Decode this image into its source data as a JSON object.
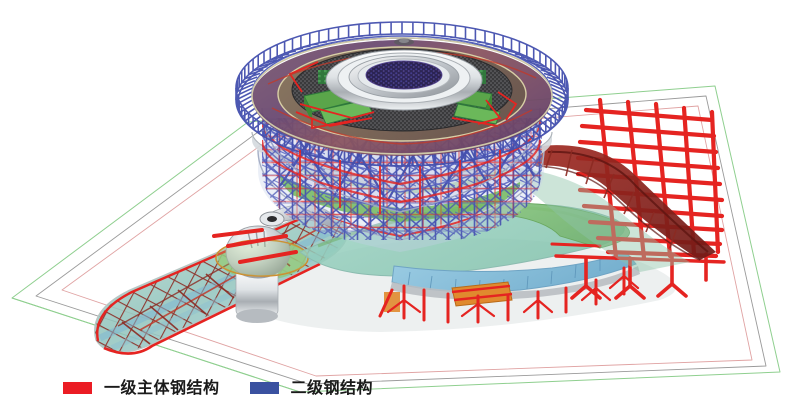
{
  "figure": {
    "kind": "3d-structural-model-render",
    "background_color": "#ffffff",
    "subject": "stadium-steel-structure-axonometric"
  },
  "legend": {
    "items": [
      {
        "label": "一级主体钢结构",
        "color": "#eb1c24",
        "swatch_name": "primary-steel-swatch"
      },
      {
        "label": "二级钢结构",
        "color": "#3a51a0",
        "swatch_name": "secondary-steel-swatch"
      }
    ]
  },
  "palette": {
    "primary_red": "#eb1c24",
    "beam_red": "#e52421",
    "dark_red": "#8c1a18",
    "secondary_blue": "#3a51a0",
    "truss_blue": "#4a57b5",
    "roof_purple": "#6b4a72",
    "roof_maroon": "#7a3a4a",
    "silver": "#c9cdd1",
    "silver_light": "#e9ecef",
    "charcoal": "#3a3a3c",
    "oculus_navy": "#2a2352",
    "green_plane": "#79b96a",
    "teal_plane": "#7fc4b8",
    "deck_blue": "#86bcd8",
    "orange": "#e08a2e",
    "boundary_green": "#8fcf8f",
    "boundary_gray": "#9a9a9a",
    "boundary_pink": "#e0a3a3"
  },
  "model_parts": [
    {
      "name": "roof-disc",
      "description": "elliptical roof with radial blue truss comb"
    },
    {
      "name": "roof-oculus",
      "description": "central silver concentric rings with navy dotted center"
    },
    {
      "name": "bowl-lattice",
      "description": "blue secondary steel lattice of the bowl"
    },
    {
      "name": "podium-deck",
      "description": "light blue and teal translucent deck planes"
    },
    {
      "name": "tail-wing",
      "description": "tapered wing to the lower left with red grid"
    },
    {
      "name": "dome-cluster",
      "description": "silver domes and cylinders on the tail"
    },
    {
      "name": "right-beam-grid",
      "description": "orthogonal red primary beam grid canopy at right"
    },
    {
      "name": "site-boundary",
      "description": "three nested ground boundary polylines"
    }
  ]
}
